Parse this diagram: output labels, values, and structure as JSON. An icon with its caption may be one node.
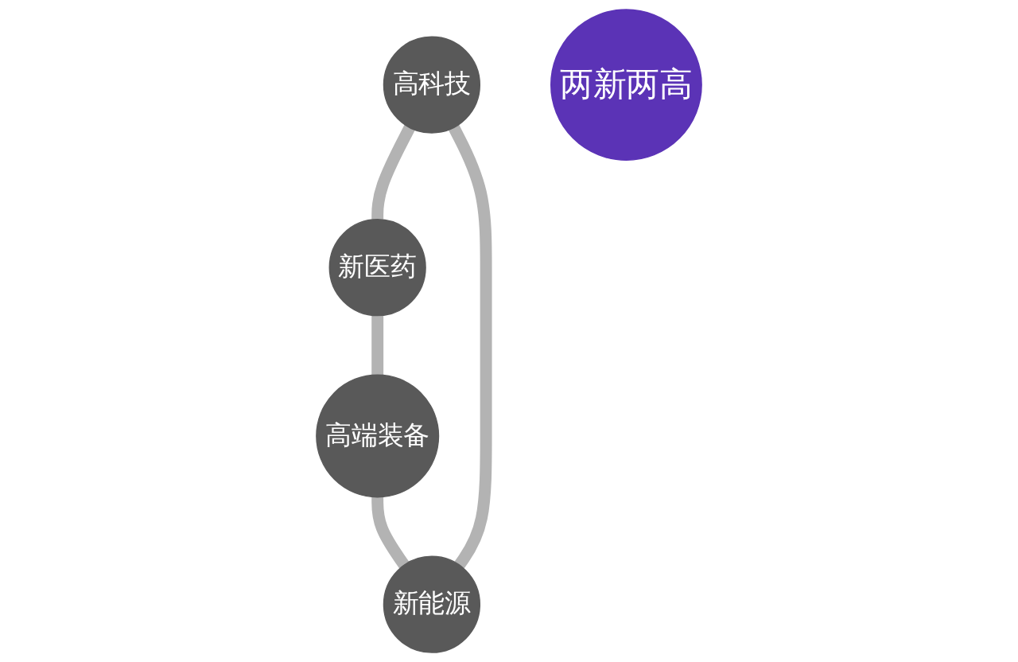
{
  "diagram": {
    "nodes": [
      {
        "text": [
          "高科技"
        ]
      },
      {
        "text": [
          "新能源"
        ]
      },
      {
        "text": [
          "两新两高"
        ]
      },
      {
        "text": [
          "新医药"
        ]
      },
      {
        "text": [
          "高端装备"
        ]
      }
    ],
    "edges": [
      {
        "from": 0,
        "to": 3,
        "arrow": "none"
      },
      {
        "from": 3,
        "to": 4,
        "arrow": "none"
      },
      {
        "from": 4,
        "to": 1,
        "arrow": "none"
      },
      {
        "from": 1,
        "to": 0,
        "arrow": "none"
      }
    ]
  }
}
